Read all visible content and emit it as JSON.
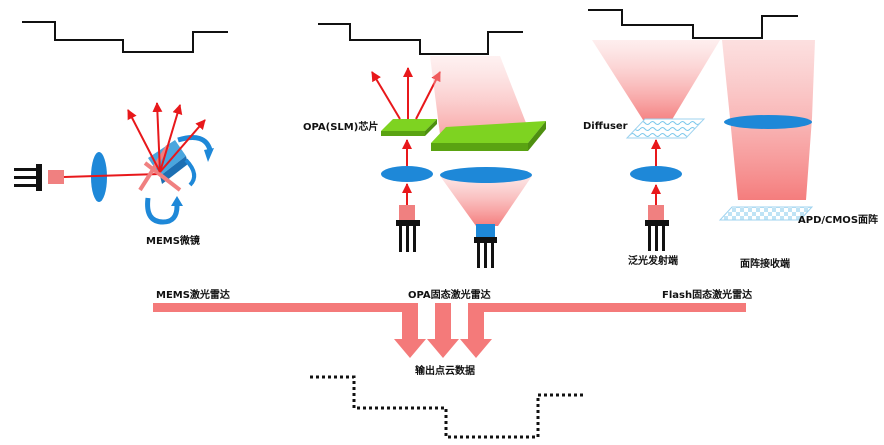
{
  "labels": {
    "mems_mirror": "MEMS微镜",
    "opa_chip": "OPA(SLM)芯片",
    "diffuser": "Diffuser",
    "apd_cmos": "APD/CMOS面阵",
    "flood_emitter": "泛光发射端",
    "array_receiver": "面阵接收端",
    "mems_lidar": "MEMS激光雷达",
    "opa_lidar": "OPA固态激光雷达",
    "flash_lidar": "Flash固态激光雷达",
    "output": "输出点云数据"
  },
  "colors": {
    "beam": "#e8181b",
    "laser": "#f08080",
    "lens": "#1e88d8",
    "chip": "#7ed321",
    "connector": "#111111",
    "arrow": "#f47a7a"
  }
}
